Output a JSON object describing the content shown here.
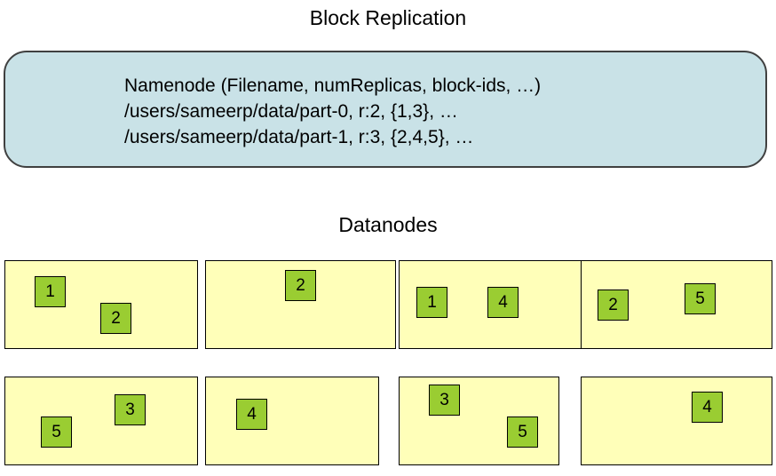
{
  "title": "Block Replication",
  "namenode": {
    "lines": [
      "Namenode (Filename, numReplicas, block-ids, …)",
      "/users/sameerp/data/part-0, r:2, {1,3}, …",
      "/users/sameerp/data/part-1, r:3, {2,4,5}, …"
    ]
  },
  "datanodes_label": "Datanodes",
  "datanodes": [
    {
      "blocks": [
        {
          "label": "1"
        },
        {
          "label": "2"
        }
      ]
    },
    {
      "blocks": [
        {
          "label": "2"
        }
      ]
    },
    {
      "blocks": [
        {
          "label": "1"
        },
        {
          "label": "4"
        }
      ]
    },
    {
      "blocks": [
        {
          "label": "2"
        },
        {
          "label": "5"
        }
      ]
    },
    {
      "blocks": [
        {
          "label": "5"
        },
        {
          "label": "3"
        }
      ]
    },
    {
      "blocks": [
        {
          "label": "4"
        }
      ]
    },
    {
      "blocks": [
        {
          "label": "3"
        },
        {
          "label": "5"
        }
      ]
    },
    {
      "blocks": [
        {
          "label": "4"
        }
      ]
    }
  ],
  "colors": {
    "namenode_bg": "#c9e2e7",
    "datanode_bg": "#ffffb9",
    "block_bg": "#9acd32"
  }
}
